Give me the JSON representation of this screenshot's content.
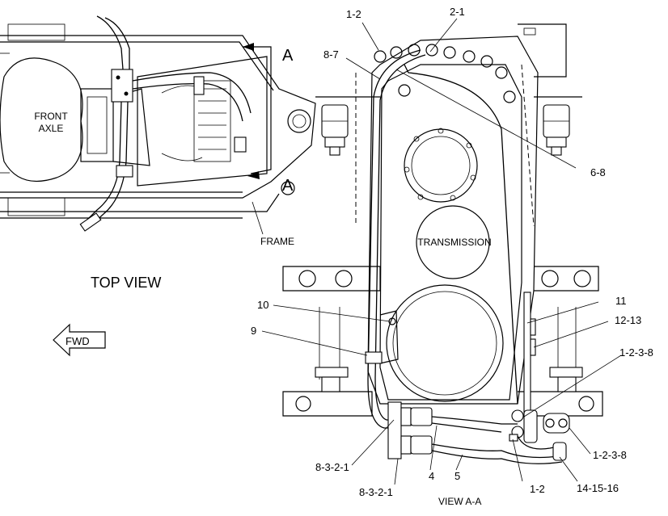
{
  "top_view": {
    "title": "TOP VIEW",
    "front_axle_line1": "FRONT",
    "front_axle_line2": "AXLE",
    "frame_label": "FRAME",
    "section_mark_top": "A",
    "section_mark_bottom": "A",
    "fwd_label": "FWD"
  },
  "view_aa": {
    "title": "VIEW A-A",
    "transmission_label": "TRANSMISSION"
  },
  "callouts": {
    "c_1_2_top": "1-2",
    "c_2_1": "2-1",
    "c_8_7": "8-7",
    "c_6_8": "6-8",
    "c_10": "10",
    "c_9": "9",
    "c_11": "11",
    "c_12_13": "12-13",
    "c_1_2_3_8_upper": "1-2-3-8",
    "c_1_2_3_8_lower": "1-2-3-8",
    "c_8_3_2_1_upper": "8-3-2-1",
    "c_8_3_2_1_lower": "8-3-2-1",
    "c_4": "4",
    "c_5": "5",
    "c_1_2_bottom": "1-2",
    "c_14_15_16": "14-15-16"
  }
}
